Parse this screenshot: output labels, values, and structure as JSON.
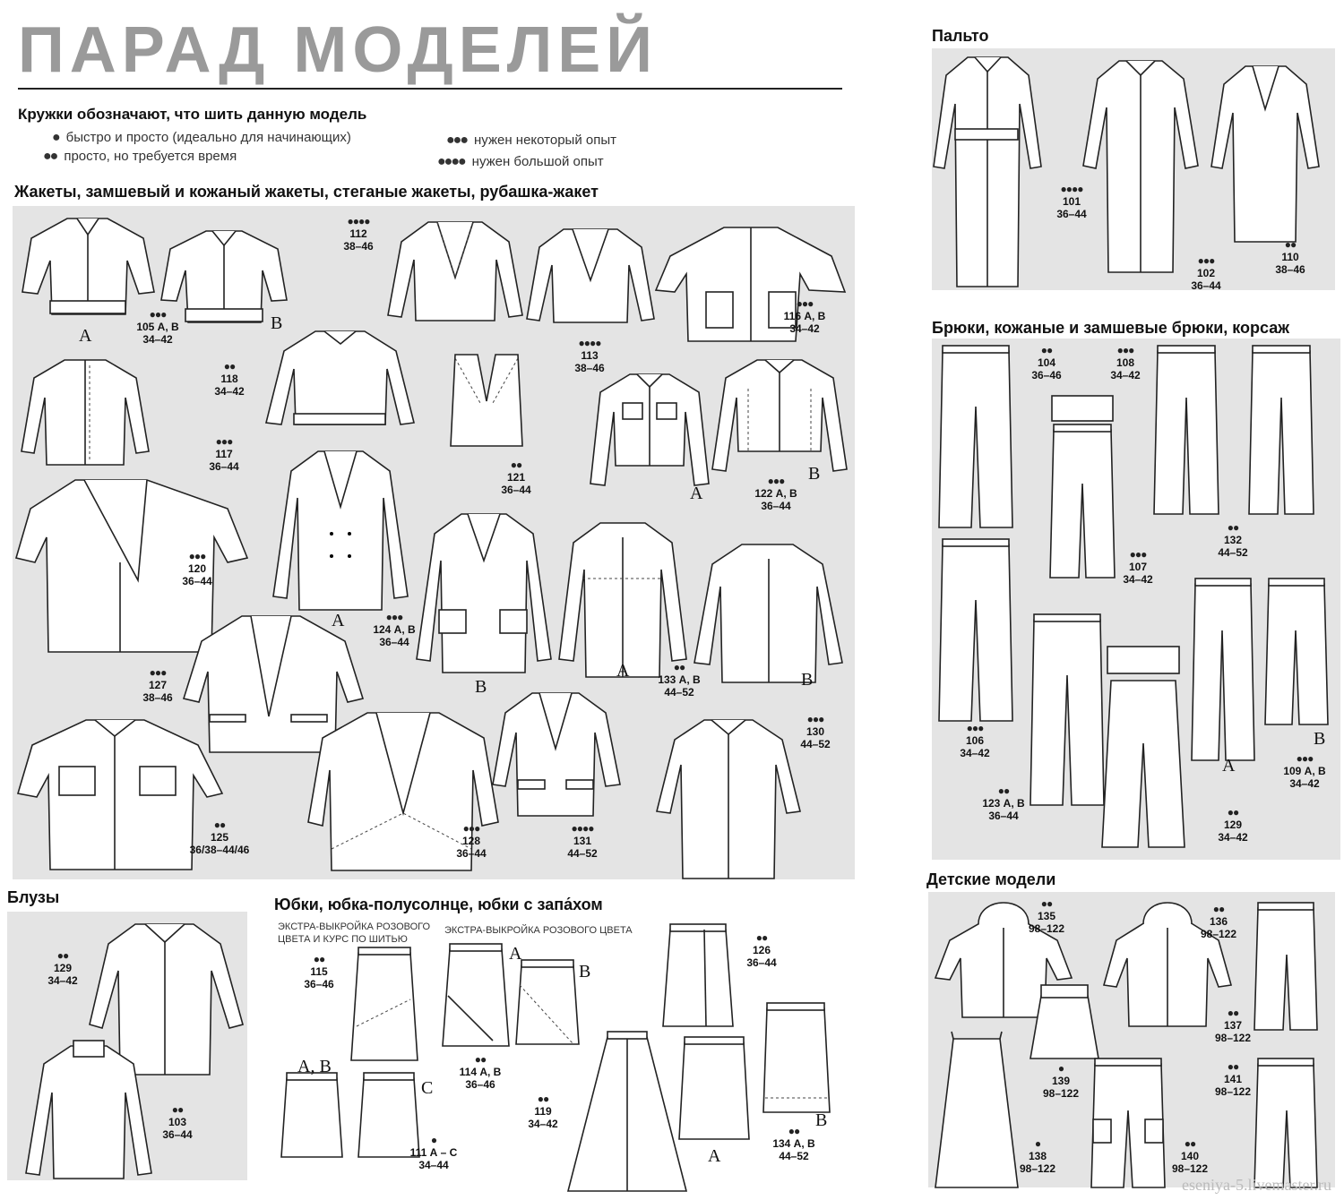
{
  "header": {
    "title": "ПАРАД МОДЕЛЕЙ"
  },
  "legend": {
    "heading": "Кружки обозначают, что шить данную модель",
    "items": [
      {
        "dots": "●",
        "text": "быстро и просто (идеально для начинающих)"
      },
      {
        "dots": "●●",
        "text": "просто, но требуется время"
      },
      {
        "dots": "●●●",
        "text": "нужен некоторый опыт"
      },
      {
        "dots": "●●●●",
        "text": "нужен большой опыт"
      }
    ]
  },
  "sections": {
    "jackets": "Жакеты, замшевый и кожаный жакеты, стеганые жакеты, рубашка-жакет",
    "blouses": "Блузы",
    "skirts": "Юбки, юбка-полусолнце, юбки с запа́хом",
    "coats": "Пальто",
    "trousers": "Брюки, кожаные и замшевые брюки, корсаж",
    "kids": "Детские модели"
  },
  "skirts_extra": {
    "a": "ЭКСТРА-ВЫКРОЙКА РОЗОВОГО ЦВЕТА И КУРС ПО ШИТЬЮ",
    "b": "ЭКСТРА-ВЫКРОЙКА РОЗОВОГО ЦВЕТА"
  },
  "watermark": "eseniya-5.livemaster.ru",
  "models": {
    "m105": {
      "dots": "●●●",
      "num": "105 А, В",
      "size": "34–42"
    },
    "m112": {
      "dots": "●●●●",
      "num": "112",
      "size": "38–46"
    },
    "m113": {
      "dots": "●●●●",
      "num": "113",
      "size": "38–46"
    },
    "m116": {
      "dots": "●●●",
      "num": "116 А, В",
      "size": "34–42"
    },
    "m118": {
      "dots": "●●",
      "num": "118",
      "size": "34–42"
    },
    "m117": {
      "dots": "●●●",
      "num": "117",
      "size": "36–44"
    },
    "m121": {
      "dots": "●●",
      "num": "121",
      "size": "36–44"
    },
    "m122": {
      "dots": "●●●",
      "num": "122 А, В",
      "size": "36–44"
    },
    "m120": {
      "dots": "●●●",
      "num": "120",
      "size": "36–44"
    },
    "m124": {
      "dots": "●●●",
      "num": "124 А, В",
      "size": "36–44"
    },
    "m127": {
      "dots": "●●●",
      "num": "127",
      "size": "38–46"
    },
    "m133": {
      "dots": "●●",
      "num": "133 А, В",
      "size": "44–52"
    },
    "m130": {
      "dots": "●●●",
      "num": "130",
      "size": "44–52"
    },
    "m125": {
      "dots": "●●",
      "num": "125",
      "size": "36/38–44/46"
    },
    "m128": {
      "dots": "●●●",
      "num": "128",
      "size": "36–44"
    },
    "m131": {
      "dots": "●●●●",
      "num": "131",
      "size": "44–52"
    },
    "m129b": {
      "dots": "●●",
      "num": "129",
      "size": "34–42"
    },
    "m103": {
      "dots": "●●",
      "num": "103",
      "size": "36–44"
    },
    "m115": {
      "dots": "●●",
      "num": "115",
      "size": "36–46"
    },
    "m114": {
      "dots": "●●",
      "num": "114 А, В",
      "size": "36–46"
    },
    "m126": {
      "dots": "●●",
      "num": "126",
      "size": "36–44"
    },
    "m119": {
      "dots": "●●",
      "num": "119",
      "size": "34–42"
    },
    "m111": {
      "dots": "●",
      "num": "111 А – С",
      "size": "34–44"
    },
    "m134": {
      "dots": "●●",
      "num": "134 А, В",
      "size": "44–52"
    },
    "m101": {
      "dots": "●●●●",
      "num": "101",
      "size": "36–44"
    },
    "m102": {
      "dots": "●●●",
      "num": "102",
      "size": "36–44"
    },
    "m110": {
      "dots": "●●",
      "num": "110",
      "size": "38–46"
    },
    "m104": {
      "dots": "●●",
      "num": "104",
      "size": "36–46"
    },
    "m108": {
      "dots": "●●●",
      "num": "108",
      "size": "34–42"
    },
    "m132": {
      "dots": "●●",
      "num": "132",
      "size": "44–52"
    },
    "m107": {
      "dots": "●●●",
      "num": "107",
      "size": "34–42"
    },
    "m106": {
      "dots": "●●●",
      "num": "106",
      "size": "34–42"
    },
    "m109": {
      "dots": "●●●",
      "num": "109 А, В",
      "size": "34–42"
    },
    "m123": {
      "dots": "●●",
      "num": "123 А, В",
      "size": "36–44"
    },
    "m129t": {
      "dots": "●●",
      "num": "129",
      "size": "34–42"
    },
    "m135": {
      "dots": "●●",
      "num": "135",
      "size": "98–122"
    },
    "m136": {
      "dots": "●●",
      "num": "136",
      "size": "98–122"
    },
    "m137": {
      "dots": "●●",
      "num": "137",
      "size": "98–122"
    },
    "m139": {
      "dots": "●",
      "num": "139",
      "size": "98–122"
    },
    "m141": {
      "dots": "●●",
      "num": "141",
      "size": "98–122"
    },
    "m138": {
      "dots": "●",
      "num": "138",
      "size": "98–122"
    },
    "m140": {
      "dots": "●●",
      "num": "140",
      "size": "98–122"
    }
  },
  "variants": {
    "a": "A",
    "b": "B",
    "c": "C",
    "ab": "A, B"
  }
}
